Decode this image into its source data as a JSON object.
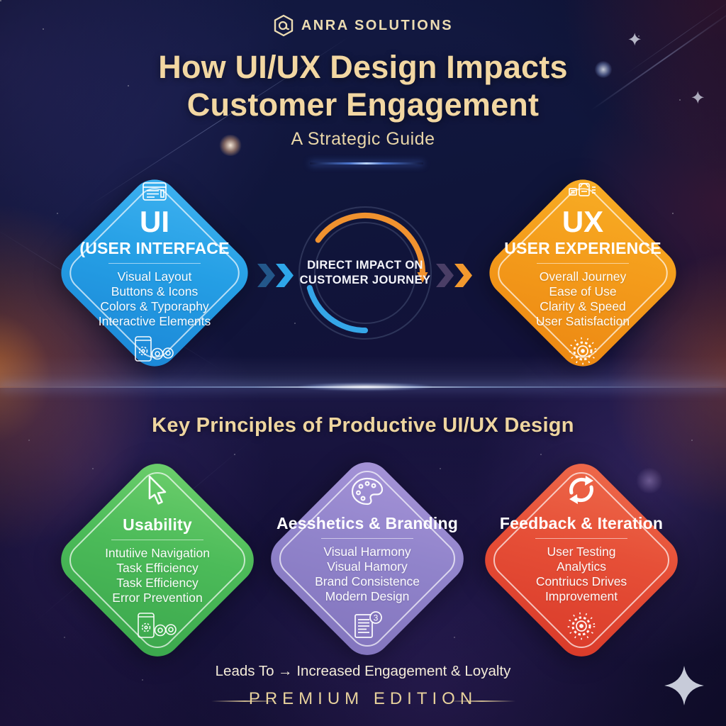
{
  "brand": {
    "name": "ANRA SOLUTIONS"
  },
  "header": {
    "title_line1": "How UI/UX Design Impacts",
    "title_line2": "Customer Engagement",
    "subtitle": "A Strategic Guide"
  },
  "top_section": {
    "ui_card": {
      "abbr": "UI",
      "title": "(USER INTERFACE",
      "items": [
        "Visual Layout",
        "Buttons & Icons",
        "Colors & Typoraphy",
        "Interactive Elements"
      ],
      "color": "#259fe5"
    },
    "center_circle": {
      "label_line1": "DIRECT IMPACT ON",
      "label_line2": "CUSTOMER JOURNEY",
      "arc_orange": "#f0922f",
      "arc_blue": "#35a6e8"
    },
    "ux_card": {
      "abbr": "UX",
      "title": "USER EXPERIENCE",
      "items": [
        "Overall Journey",
        "Ease of Use",
        "Clarity & Speed",
        "User Satisfaction"
      ],
      "color": "#f49c1b"
    }
  },
  "principles": {
    "heading": "Key Principles of Productive UI/UX Design",
    "cards": [
      {
        "title": "Usability",
        "items": [
          "Intutiive Navigation",
          "Task Efficiency",
          "Task Efficiency",
          "Error Prevention"
        ],
        "color": "#4cbb59"
      },
      {
        "title": "Aesshetics & Branding",
        "items": [
          "Visual Harmony",
          "Visual Hamory",
          "Brand Consistence",
          "Modern Design"
        ],
        "color": "#9184cb",
        "icon_badge": "3"
      },
      {
        "title": "Feedback & Iteration",
        "items": [
          "User Testing",
          "Analytics",
          "Contriucs Drives",
          "Improvement"
        ],
        "color": "#e64f37"
      }
    ]
  },
  "footer": {
    "leads_text": "Leads To → Increased Engagement & Loyalty",
    "edition": "PREMIUM EDITION"
  }
}
